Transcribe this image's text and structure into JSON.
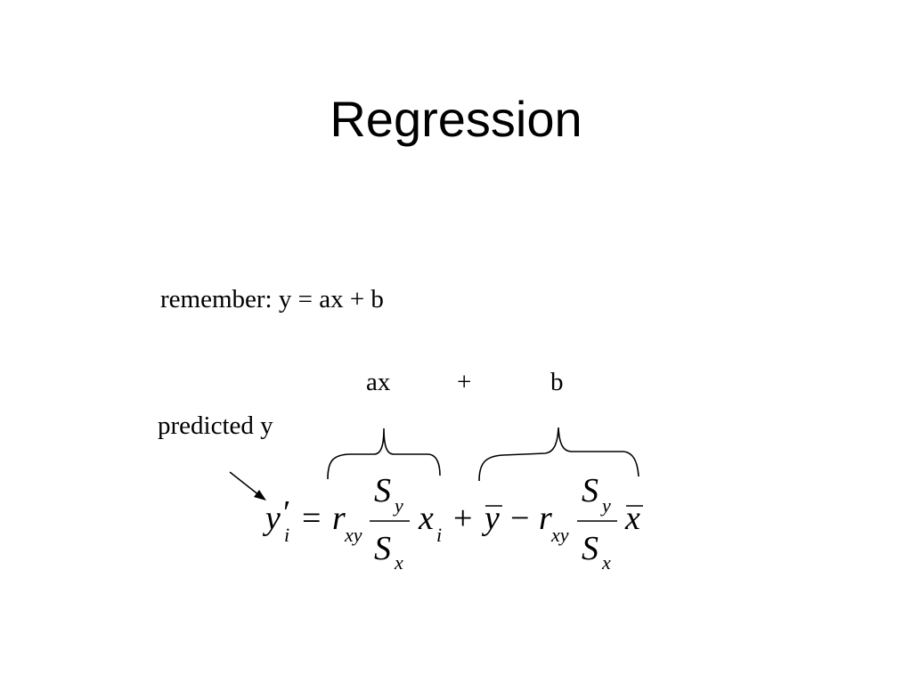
{
  "slide": {
    "title": "Regression",
    "reminder": "remember: y = ax + b",
    "annotation": "predicted y",
    "brace_labels": {
      "ax": "ax",
      "plus": "+",
      "b": "b"
    }
  },
  "formula": {
    "y": "y",
    "prime": "′",
    "i_sub": "i",
    "equals": "=",
    "r": "r",
    "xy_sub": "xy",
    "S": "S",
    "y_sub": "y",
    "x_sub": "x",
    "x": "x",
    "plus": "+",
    "minus": "−"
  }
}
